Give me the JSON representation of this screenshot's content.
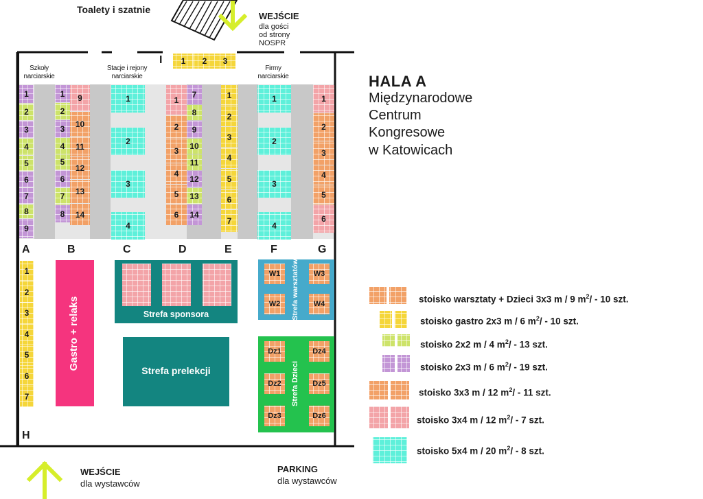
{
  "title": {
    "hall": "HALA A",
    "lines": [
      "Międzynarodowe",
      "Centrum",
      "Kongresowe",
      "w Katowicach"
    ]
  },
  "top_labels": {
    "toilets": "Toalety i szatnie",
    "entrance_guests_title": "WEJŚCIE",
    "entrance_guests_sub": [
      "dla gości",
      "od strony",
      "NOSPR"
    ]
  },
  "bottom_labels": {
    "entrance_exhibitors_title": "WEJŚCIE",
    "entrance_exhibitors_sub": "dla wystawców",
    "parking_title": "PARKING",
    "parking_sub": "dla wystawców"
  },
  "section_labels": {
    "schools": [
      "Szkoły",
      "narciarskie"
    ],
    "stations": [
      "Stacje i rejony",
      "narciarskie"
    ],
    "companies": [
      "Firmy",
      "narciarskie"
    ]
  },
  "row_I": {
    "letter": "I",
    "booths": [
      "1",
      "2",
      "3"
    ]
  },
  "column_letters": [
    "A",
    "B",
    "C",
    "D",
    "E",
    "F",
    "G"
  ],
  "row_H_letter": "H",
  "columns": {
    "A": [
      "1",
      "2",
      "3",
      "4",
      "5",
      "6",
      "7",
      "8",
      "9"
    ],
    "B_left": [
      "1",
      "2",
      "3",
      "4",
      "5",
      "6",
      "7",
      "8"
    ],
    "B_right": [
      "9",
      "10",
      "11",
      "12",
      "13",
      "14"
    ],
    "C": [
      "1",
      "2",
      "3",
      "4"
    ],
    "D_left": [
      "1",
      "2",
      "3",
      "4",
      "5",
      "6"
    ],
    "D_right": [
      "7",
      "8",
      "9",
      "10",
      "11",
      "12",
      "13",
      "14"
    ],
    "E": [
      "1",
      "2",
      "3",
      "4",
      "5",
      "6",
      "7"
    ],
    "F": [
      "1",
      "2",
      "3",
      "4"
    ],
    "G": [
      "1",
      "2",
      "3",
      "4",
      "5",
      "6"
    ],
    "H": [
      "1",
      "2",
      "3",
      "4",
      "5",
      "6",
      "7"
    ]
  },
  "zones": {
    "gastro": "Gastro + relaks",
    "sponsor": "Strefa sponsora",
    "lecture": "Strefa prelekcji",
    "workshops": "Strefa warsztatów",
    "workshop_booths": [
      "W1",
      "W2",
      "W3",
      "W4"
    ],
    "kids": "Strefa Dzieci",
    "kids_booths": [
      "Dz1",
      "Dz2",
      "Dz3",
      "Dz4",
      "Dz5",
      "Dz6"
    ]
  },
  "legend": [
    {
      "key": "workshop",
      "text": "stoisko warsztaty + Dzieci 3x3 m / 9 m",
      "sup": "2",
      "tail": "/ - 10 szt."
    },
    {
      "key": "gastro",
      "text": "stoisko gastro 2x3 m / 6 m",
      "sup": "2",
      "tail": "/ - 10 szt."
    },
    {
      "key": "green",
      "text": "stoisko 2x2 m / 4 m",
      "sup": "2",
      "tail": "/ - 13 szt."
    },
    {
      "key": "purple",
      "text": "stoisko 2x3 m / 6 m",
      "sup": "2",
      "tail": "/ - 19 szt."
    },
    {
      "key": "orange",
      "text": "stoisko 3x3 m / 12 m",
      "sup": "2",
      "tail": "/ - 11 szt."
    },
    {
      "key": "pink",
      "text": "stoisko 3x4 m / 12 m",
      "sup": "2",
      "tail": "/ - 7 szt."
    },
    {
      "key": "cyan",
      "text": "stoisko 5x4 m / 20 m",
      "sup": "2",
      "tail": "/ - 8 szt."
    }
  ],
  "colors": {
    "orange": "#f2a167",
    "yellow": "#f5d63a",
    "green": "#cde36a",
    "purple": "#c396d6",
    "pink": "#f3a4a8",
    "cyan": "#5ef0da",
    "teal": "#138580",
    "magenta": "#f5347e",
    "kids_green": "#24c24e",
    "workshop_blue": "#46aacb",
    "arrow": "#d6ee2b",
    "aisle_dark": "#c9c9c9",
    "aisle_light": "#e5e5e5"
  }
}
